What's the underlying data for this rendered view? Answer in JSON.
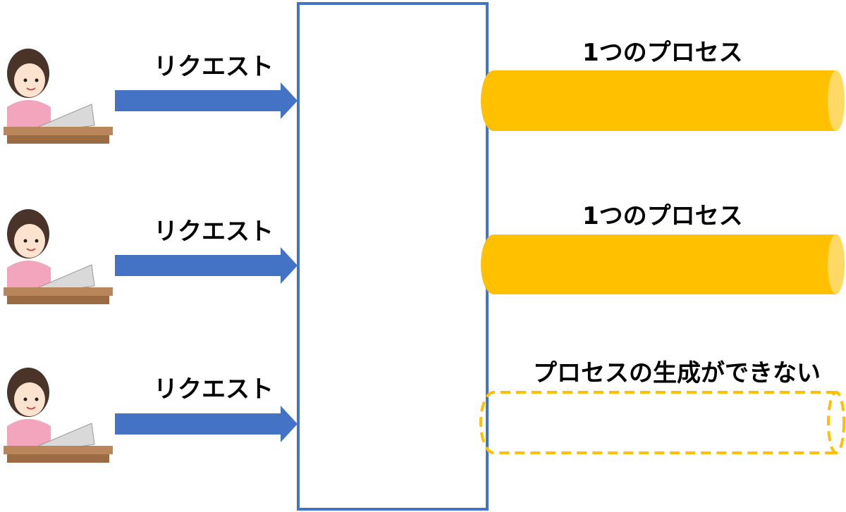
{
  "requests": [
    {
      "label": "リクエスト"
    },
    {
      "label": "リクエスト"
    },
    {
      "label": "リクエスト"
    }
  ],
  "processes": [
    {
      "label": "1つのプロセス",
      "state": "created"
    },
    {
      "label": "1つのプロセス",
      "state": "created"
    },
    {
      "label": "プロセスの生成ができない",
      "state": "failed"
    }
  ],
  "colors": {
    "arrow": "#4472C4",
    "server_border": "#4472C4",
    "process_fill": "#FFC000",
    "process_cap": "#FFD966",
    "process_dashed": "#FFC000",
    "skin": "#FBE3CF",
    "hair": "#4A3328",
    "shirt": "#F3A5BE",
    "desk": "#B8865A",
    "laptop": "#D9D9D9"
  }
}
